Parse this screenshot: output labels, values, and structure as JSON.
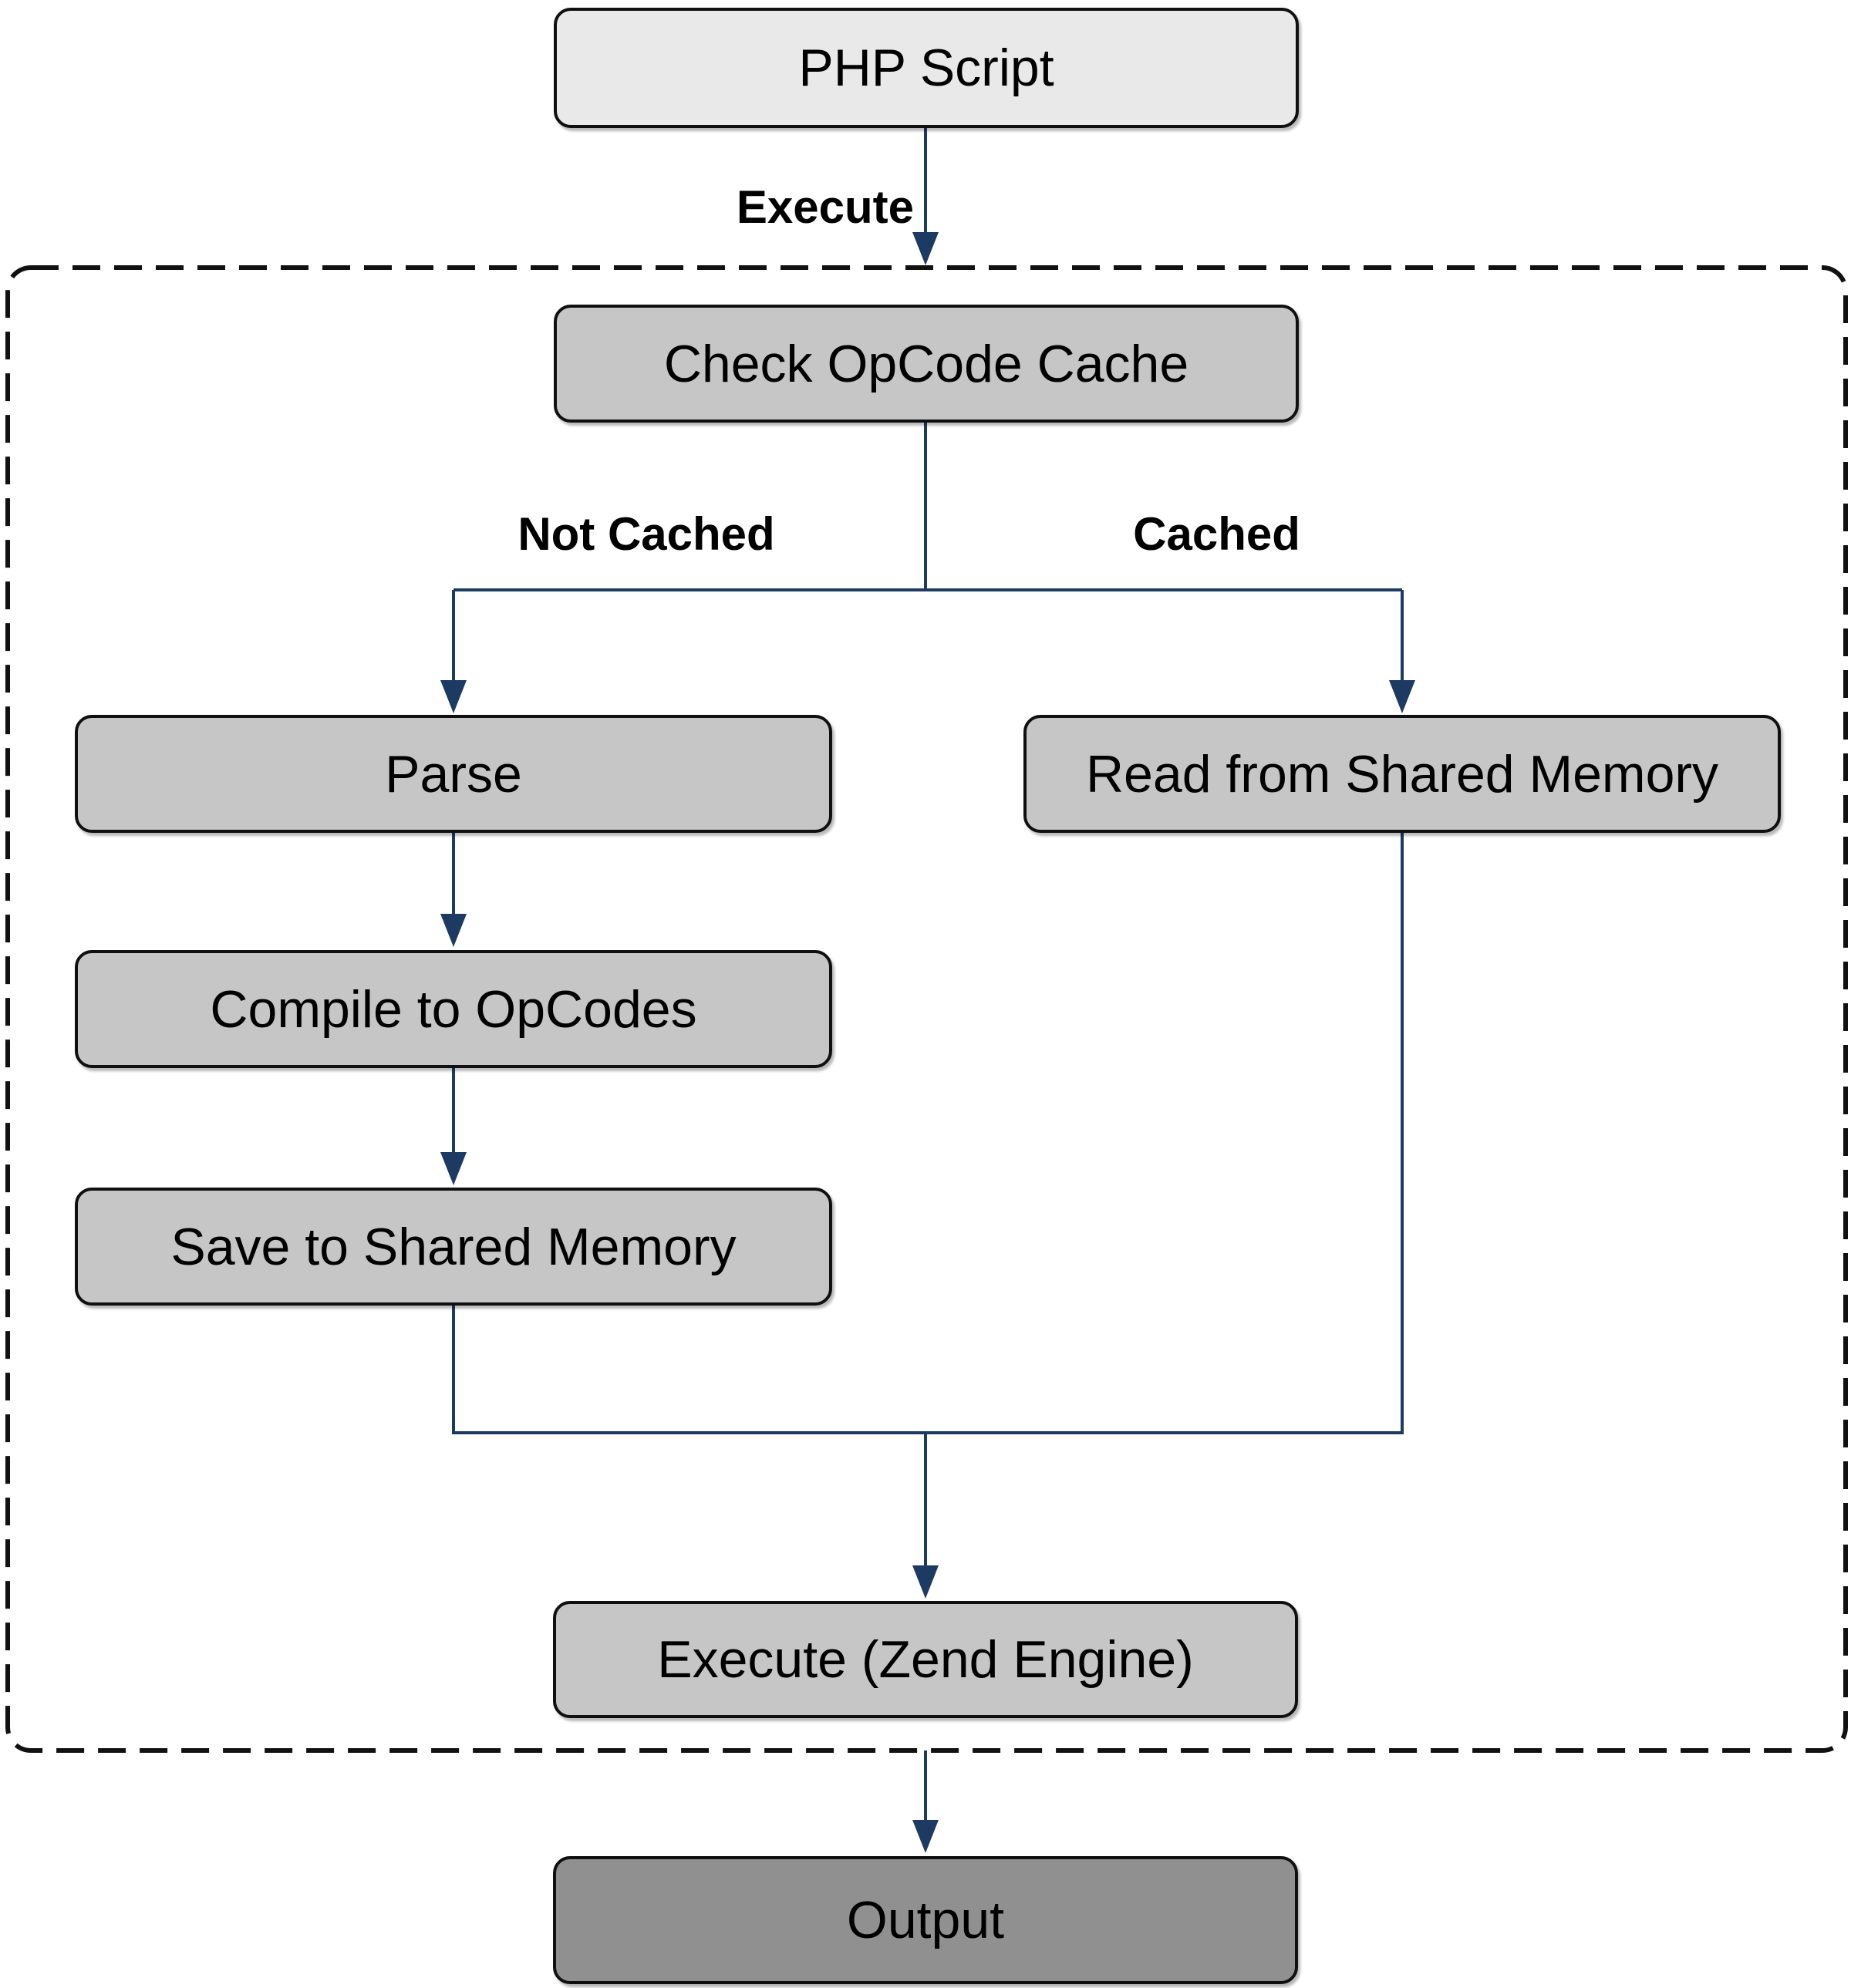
{
  "diagram": {
    "nodes": {
      "php_script": "PHP Script",
      "check_opcode_cache": "Check OpCode Cache",
      "parse": "Parse",
      "read_shared_memory": "Read from Shared Memory",
      "compile_opcodes": "Compile to OpCodes",
      "save_shared_memory": "Save to Shared Memory",
      "execute_zend": "Execute (Zend Engine)",
      "output": "Output"
    },
    "edge_labels": {
      "execute": "Execute",
      "not_cached": "Not Cached",
      "cached": "Cached"
    },
    "edges": [
      {
        "from": "PHP Script",
        "to": "Check OpCode Cache",
        "label": "Execute"
      },
      {
        "from": "Check OpCode Cache",
        "to": "Parse",
        "label": "Not Cached"
      },
      {
        "from": "Check OpCode Cache",
        "to": "Read from Shared Memory",
        "label": "Cached"
      },
      {
        "from": "Parse",
        "to": "Compile to OpCodes",
        "label": ""
      },
      {
        "from": "Compile to OpCodes",
        "to": "Save to Shared Memory",
        "label": ""
      },
      {
        "from": "Save to Shared Memory",
        "to": "Execute (Zend Engine)",
        "label": ""
      },
      {
        "from": "Read from Shared Memory",
        "to": "Execute (Zend Engine)",
        "label": ""
      },
      {
        "from": "Execute (Zend Engine)",
        "to": "Output",
        "label": ""
      }
    ],
    "container_nodes": [
      "Check OpCode Cache",
      "Parse",
      "Read from Shared Memory",
      "Compile to OpCodes",
      "Save to Shared Memory",
      "Execute (Zend Engine)"
    ],
    "colors": {
      "node_light_fill": "#e9e9e9",
      "node_mid_fill": "#c6c6c6",
      "node_dark_fill": "#909090",
      "node_border": "#101010",
      "connector": "#1d3a62",
      "dashed_border": "#111111",
      "text": "#000000"
    }
  }
}
